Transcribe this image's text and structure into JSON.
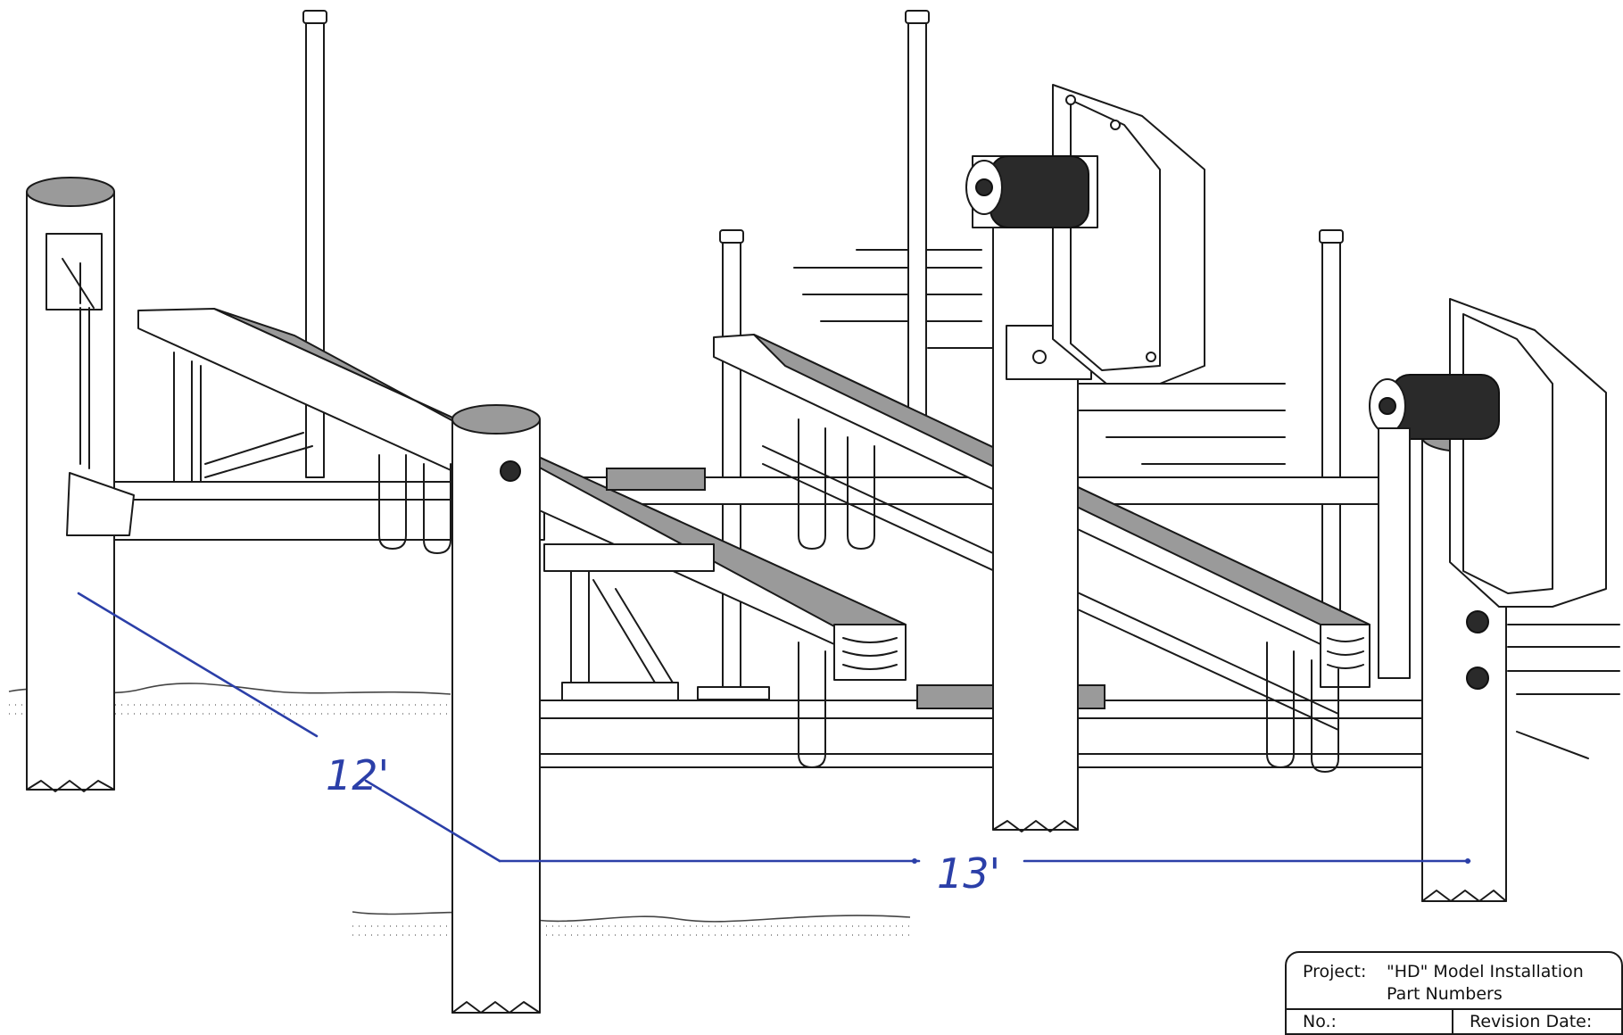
{
  "drawing": {
    "dimension_labels": {
      "depth": "12'",
      "width": "13'"
    }
  },
  "title_block": {
    "project_label": "Project:",
    "project_line1": "\"HD\" Model Installation",
    "project_line2": "Part Numbers",
    "no_label": "No.:",
    "revision_label": "Revision Date:"
  }
}
